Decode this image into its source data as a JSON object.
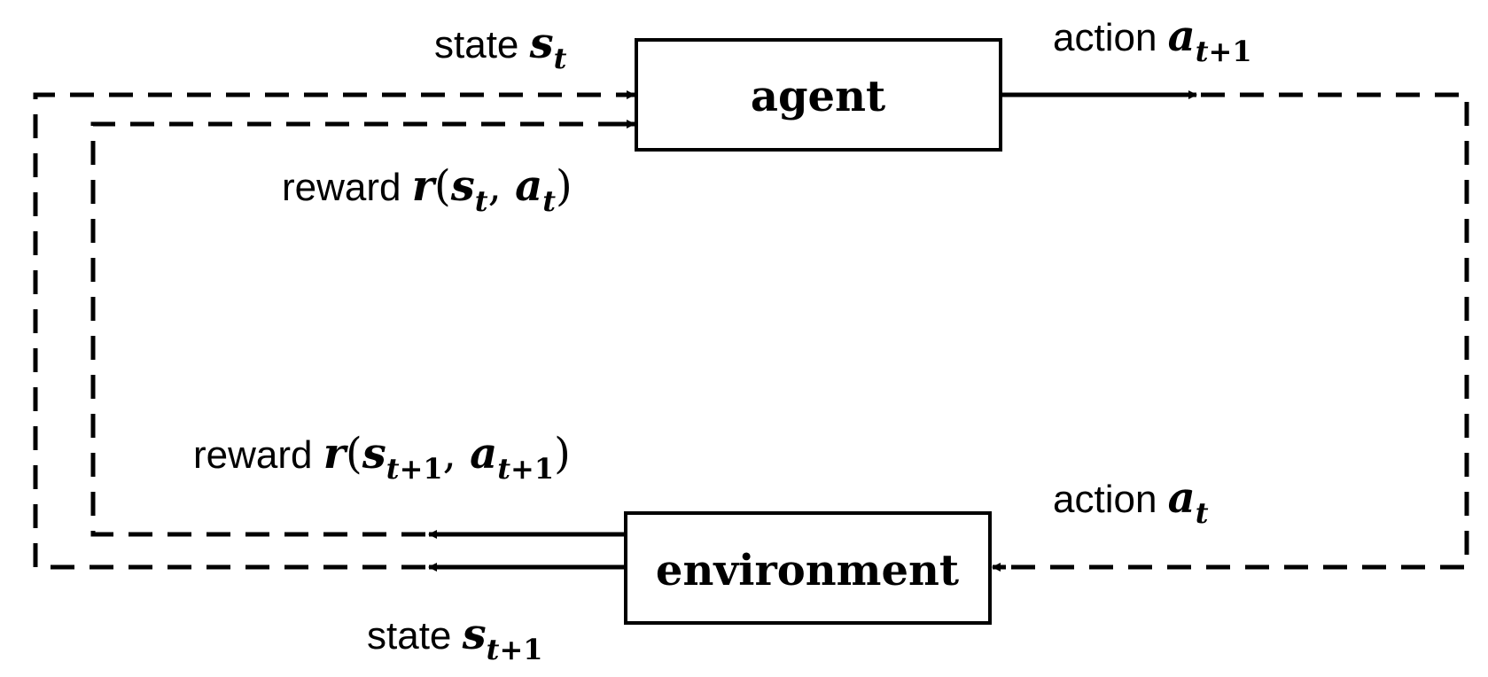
{
  "boxes": {
    "agent": "agent",
    "environment": "environment"
  },
  "labels": {
    "state_top": {
      "word": "state ",
      "var": "s",
      "sub": "t"
    },
    "action_top": {
      "word": "action ",
      "var": "a",
      "sub_var": "t",
      "sub_rest": "+1"
    },
    "reward_top": {
      "word": "reward ",
      "fn": "r",
      "open": "(",
      "v1": "s",
      "v1_sub": "t",
      "comma": ", ",
      "v2": "a",
      "v2_sub": "t",
      "close": ")"
    },
    "reward_bottom": {
      "word": "reward ",
      "fn": "r",
      "open": "(",
      "v1": "s",
      "v1_sub_var": "t",
      "v1_sub_rest": "+1",
      "comma": ", ",
      "v2": "a",
      "v2_sub_var": "t",
      "v2_sub_rest": "+1",
      "close": ")"
    },
    "action_bottom": {
      "word": "action ",
      "var": "a",
      "sub": "t"
    },
    "state_bottom": {
      "word": "state ",
      "var": "s",
      "sub_var": "t",
      "sub_rest": "+1"
    }
  },
  "colors": {
    "stroke": "#000000",
    "background": "#ffffff"
  }
}
